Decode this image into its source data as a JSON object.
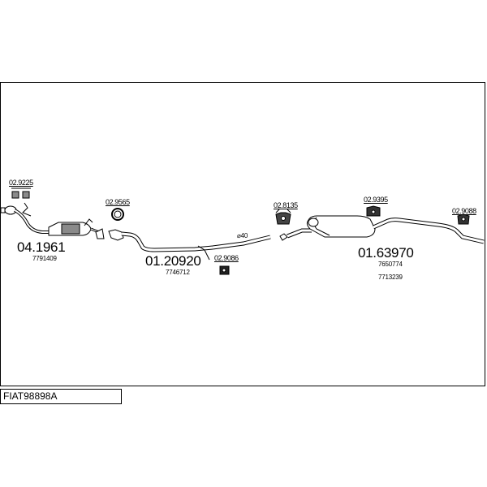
{
  "diagram_code": "FIAT98898A",
  "labels": {
    "clamp_a": "02.9225",
    "section1_number": "04.1961",
    "section1_oem": "7791409",
    "clamp_b": "02.9565",
    "section2_number": "01.20920",
    "section2_oem": "7746712",
    "hanger_a": "02.9086",
    "diameter": "⌀40",
    "hanger_b": "02.8135",
    "hanger_c": "02.9395",
    "hanger_d": "02.9088",
    "section3_number": "01.63970",
    "section3_oem_1": "7650774",
    "section3_oem_2": "7713239"
  },
  "colors": {
    "line": "#000000",
    "part_fill": "#ffffff",
    "shade": "#8a8a8a"
  }
}
